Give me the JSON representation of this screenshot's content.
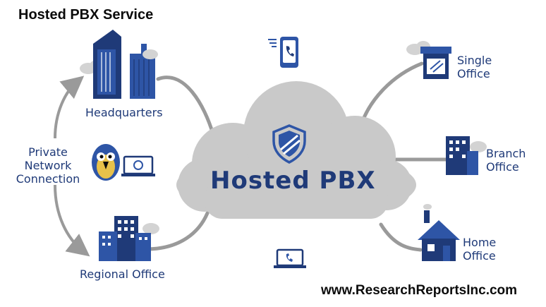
{
  "title": "Hosted PBX Service",
  "center": {
    "label": "Hosted PBX"
  },
  "nodes": {
    "headquarters": "Headquarters",
    "private_network": [
      "Private",
      "Network",
      "Connection"
    ],
    "regional_office": "Regional Office",
    "single_office": [
      "Single",
      "Office"
    ],
    "branch_office": [
      "Branch",
      "Office"
    ],
    "home_office": [
      "Home",
      "Office"
    ]
  },
  "footer": {
    "website": "www.ResearchReportsInc.com"
  },
  "icons": [
    "shield-icon",
    "mobile-phone-icon",
    "laptop-phone-icon",
    "laptop-icon",
    "mascot-bird-icon",
    "storefront-icon",
    "house-icon"
  ],
  "colors": {
    "primary": "#1f3a78",
    "accent": "#2e55a6",
    "cloud": "#c9c9c9",
    "line": "#9a9a9a"
  }
}
